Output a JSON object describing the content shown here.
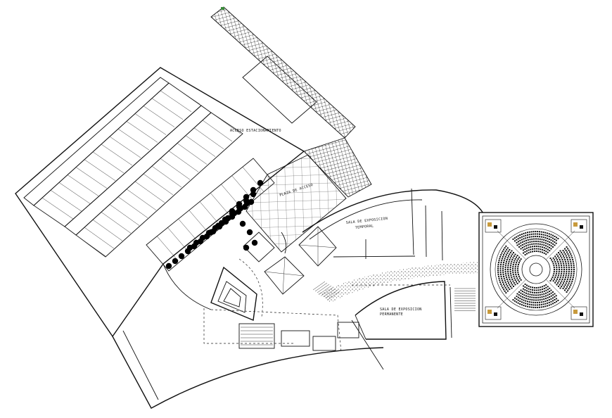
{
  "labels": {
    "parking_access": "ACCESO ESTACIONAMIENTO",
    "access_plaza": "PLAZA DE ACCESO",
    "temp_hall_1": "SALA DE EXPOSICION",
    "temp_hall_2": "TEMPORAL",
    "perm_hall_1": "SALA DE EXPOSICION",
    "perm_hall_2": "PERMANENTE"
  },
  "colors": {
    "line": "#111111",
    "background": "#ffffff",
    "tree": "#000000",
    "accent": "#c89a3c"
  }
}
